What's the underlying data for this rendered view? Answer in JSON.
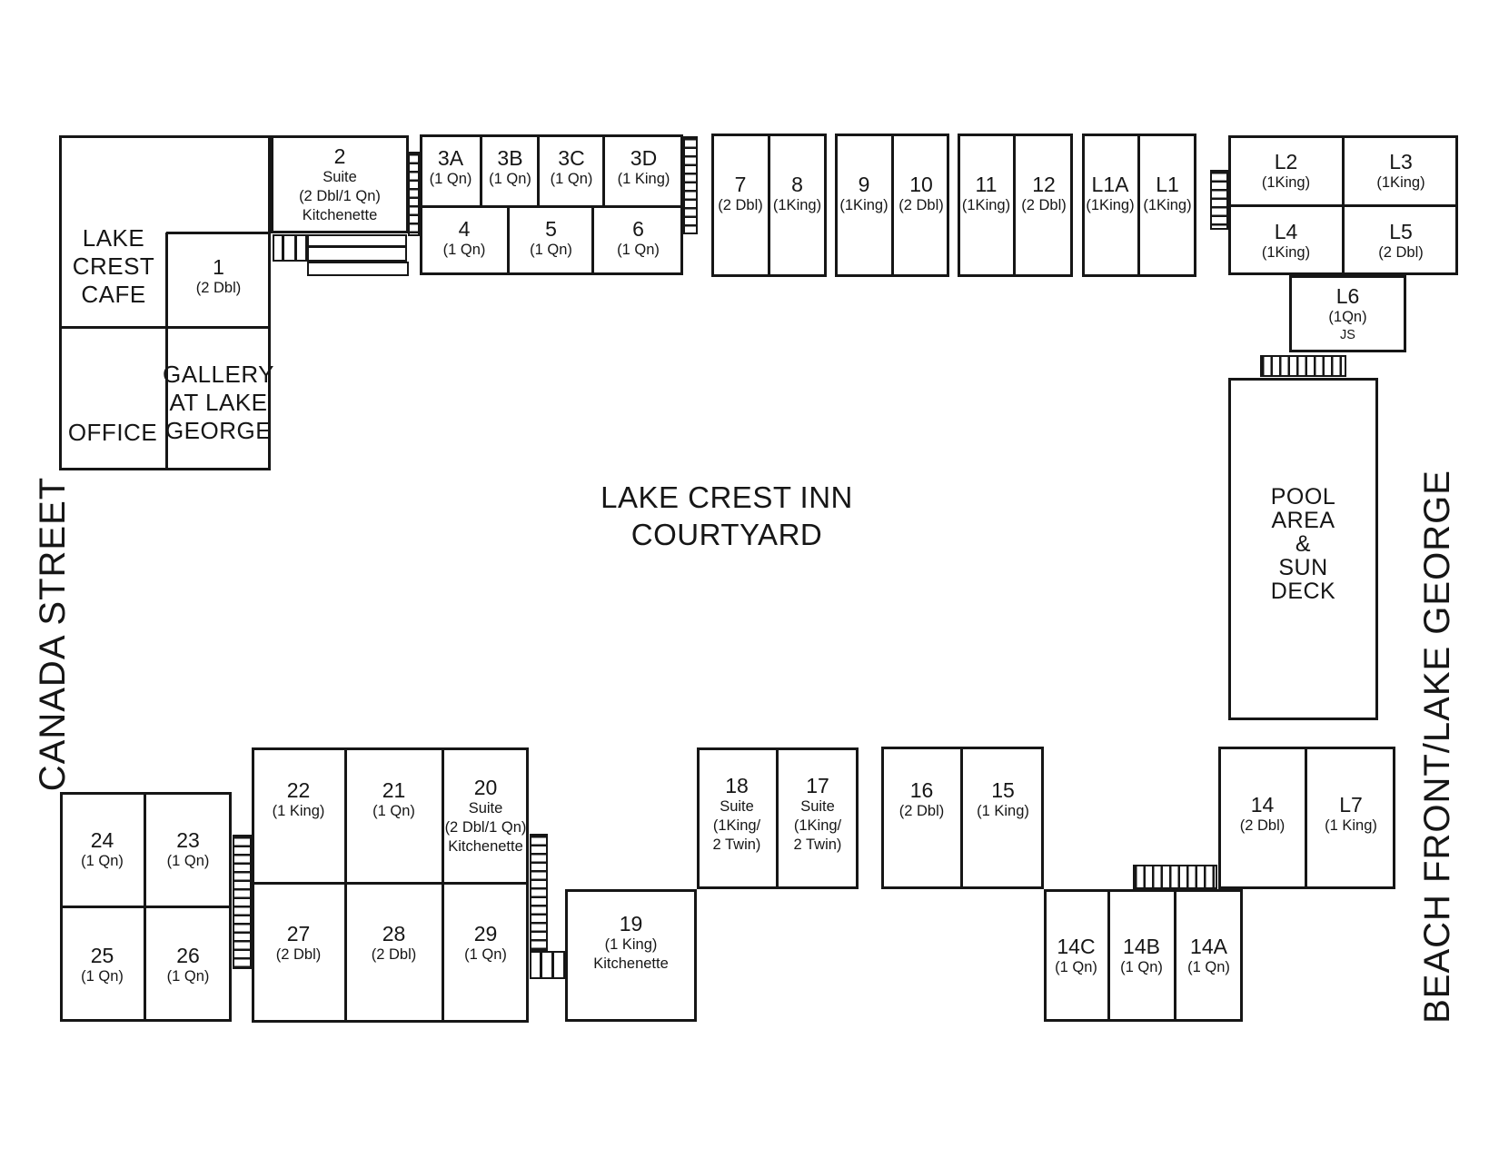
{
  "title": {
    "line1": "LAKE CREST INN",
    "line2": "COURTYARD"
  },
  "streets": {
    "left": "CANADA STREET",
    "right": "BEACH FRONT/LAKE GEORGE"
  },
  "facilities": {
    "cafe": [
      "LAKE",
      "CREST",
      "CAFE"
    ],
    "office": "OFFICE",
    "gallery": [
      "GALLERY",
      "AT  LAKE",
      "GEORGE"
    ],
    "pool": [
      "POOL",
      "AREA",
      "&",
      "SUN",
      "DECK"
    ]
  },
  "rooms": {
    "r1": {
      "n": "1",
      "t": "(2 Dbl)"
    },
    "r2": {
      "n": "2",
      "l2": "Suite",
      "l3": "(2 Dbl/1 Qn)",
      "l4": "Kitchenette"
    },
    "r3a": {
      "n": "3A",
      "t": "(1 Qn)"
    },
    "r3b": {
      "n": "3B",
      "t": "(1 Qn)"
    },
    "r3c": {
      "n": "3C",
      "t": "(1 Qn)"
    },
    "r3d": {
      "n": "3D",
      "t": "(1 King)"
    },
    "r4": {
      "n": "4",
      "t": "(1 Qn)"
    },
    "r5": {
      "n": "5",
      "t": "(1 Qn)"
    },
    "r6": {
      "n": "6",
      "t": "(1 Qn)"
    },
    "r7": {
      "n": "7",
      "t": "(2 Dbl)"
    },
    "r8": {
      "n": "8",
      "t": "(1King)"
    },
    "r9": {
      "n": "9",
      "t": "(1King)"
    },
    "r10": {
      "n": "10",
      "t": "(2 Dbl)"
    },
    "r11": {
      "n": "11",
      "t": "(1King)"
    },
    "r12": {
      "n": "12",
      "t": "(2 Dbl)"
    },
    "l1a": {
      "n": "L1A",
      "t": "(1King)"
    },
    "l1": {
      "n": "L1",
      "t": "(1King)"
    },
    "l2": {
      "n": "L2",
      "t": "(1King)"
    },
    "l3": {
      "n": "L3",
      "t": "(1King)"
    },
    "l4": {
      "n": "L4",
      "t": "(1King)"
    },
    "l5": {
      "n": "L5",
      "t": "(2 Dbl)"
    },
    "l6": {
      "n": "L6",
      "t": "(1Qn)",
      "l3": "JS"
    },
    "l7": {
      "n": "L7",
      "t": "(1 King)"
    },
    "r14": {
      "n": "14",
      "t": "(2 Dbl)"
    },
    "r14a": {
      "n": "14A",
      "t": "(1 Qn)"
    },
    "r14b": {
      "n": "14B",
      "t": "(1 Qn)"
    },
    "r14c": {
      "n": "14C",
      "t": "(1 Qn)"
    },
    "r15": {
      "n": "15",
      "t": "(1 King)"
    },
    "r16": {
      "n": "16",
      "t": "(2 Dbl)"
    },
    "r17": {
      "n": "17",
      "l2": "Suite",
      "l3": "(1King/",
      "l4": "2 Twin)"
    },
    "r18": {
      "n": "18",
      "l2": "Suite",
      "l3": "(1King/",
      "l4": "2 Twin)"
    },
    "r19": {
      "n": "19",
      "t": "(1 King)",
      "l3": "Kitchenette"
    },
    "r20": {
      "n": "20",
      "l2": "Suite",
      "l3": "(2 Dbl/1 Qn)",
      "l4": "Kitchenette"
    },
    "r21": {
      "n": "21",
      "t": "(1 Qn)"
    },
    "r22": {
      "n": "22",
      "t": "(1 King)"
    },
    "r23": {
      "n": "23",
      "t": "(1 Qn)"
    },
    "r24": {
      "n": "24",
      "t": "(1 Qn)"
    },
    "r25": {
      "n": "25",
      "t": "(1 Qn)"
    },
    "r26": {
      "n": "26",
      "t": "(1 Qn)"
    },
    "r27": {
      "n": "27",
      "t": "(2 Dbl)"
    },
    "r28": {
      "n": "28",
      "t": "(2 Dbl)"
    },
    "r29": {
      "n": "29",
      "t": "(1 Qn)"
    }
  }
}
